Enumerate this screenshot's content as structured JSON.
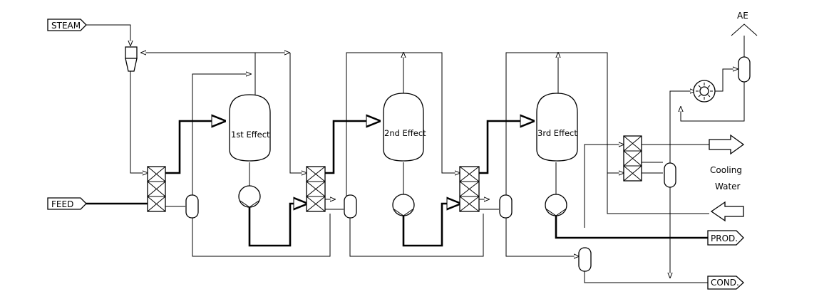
{
  "diagram": {
    "steam_label": "STEAM",
    "feed_label": "FEED",
    "ae_label": "AE",
    "prod_label": "PROD.",
    "cond_label": "COND.",
    "cooling_water_label_line1": "Cooling",
    "cooling_water_label_line2": "Water",
    "effects": [
      {
        "label": "1st Effect"
      },
      {
        "label": "2nd Effect"
      },
      {
        "label": "3rd Effect"
      }
    ]
  }
}
